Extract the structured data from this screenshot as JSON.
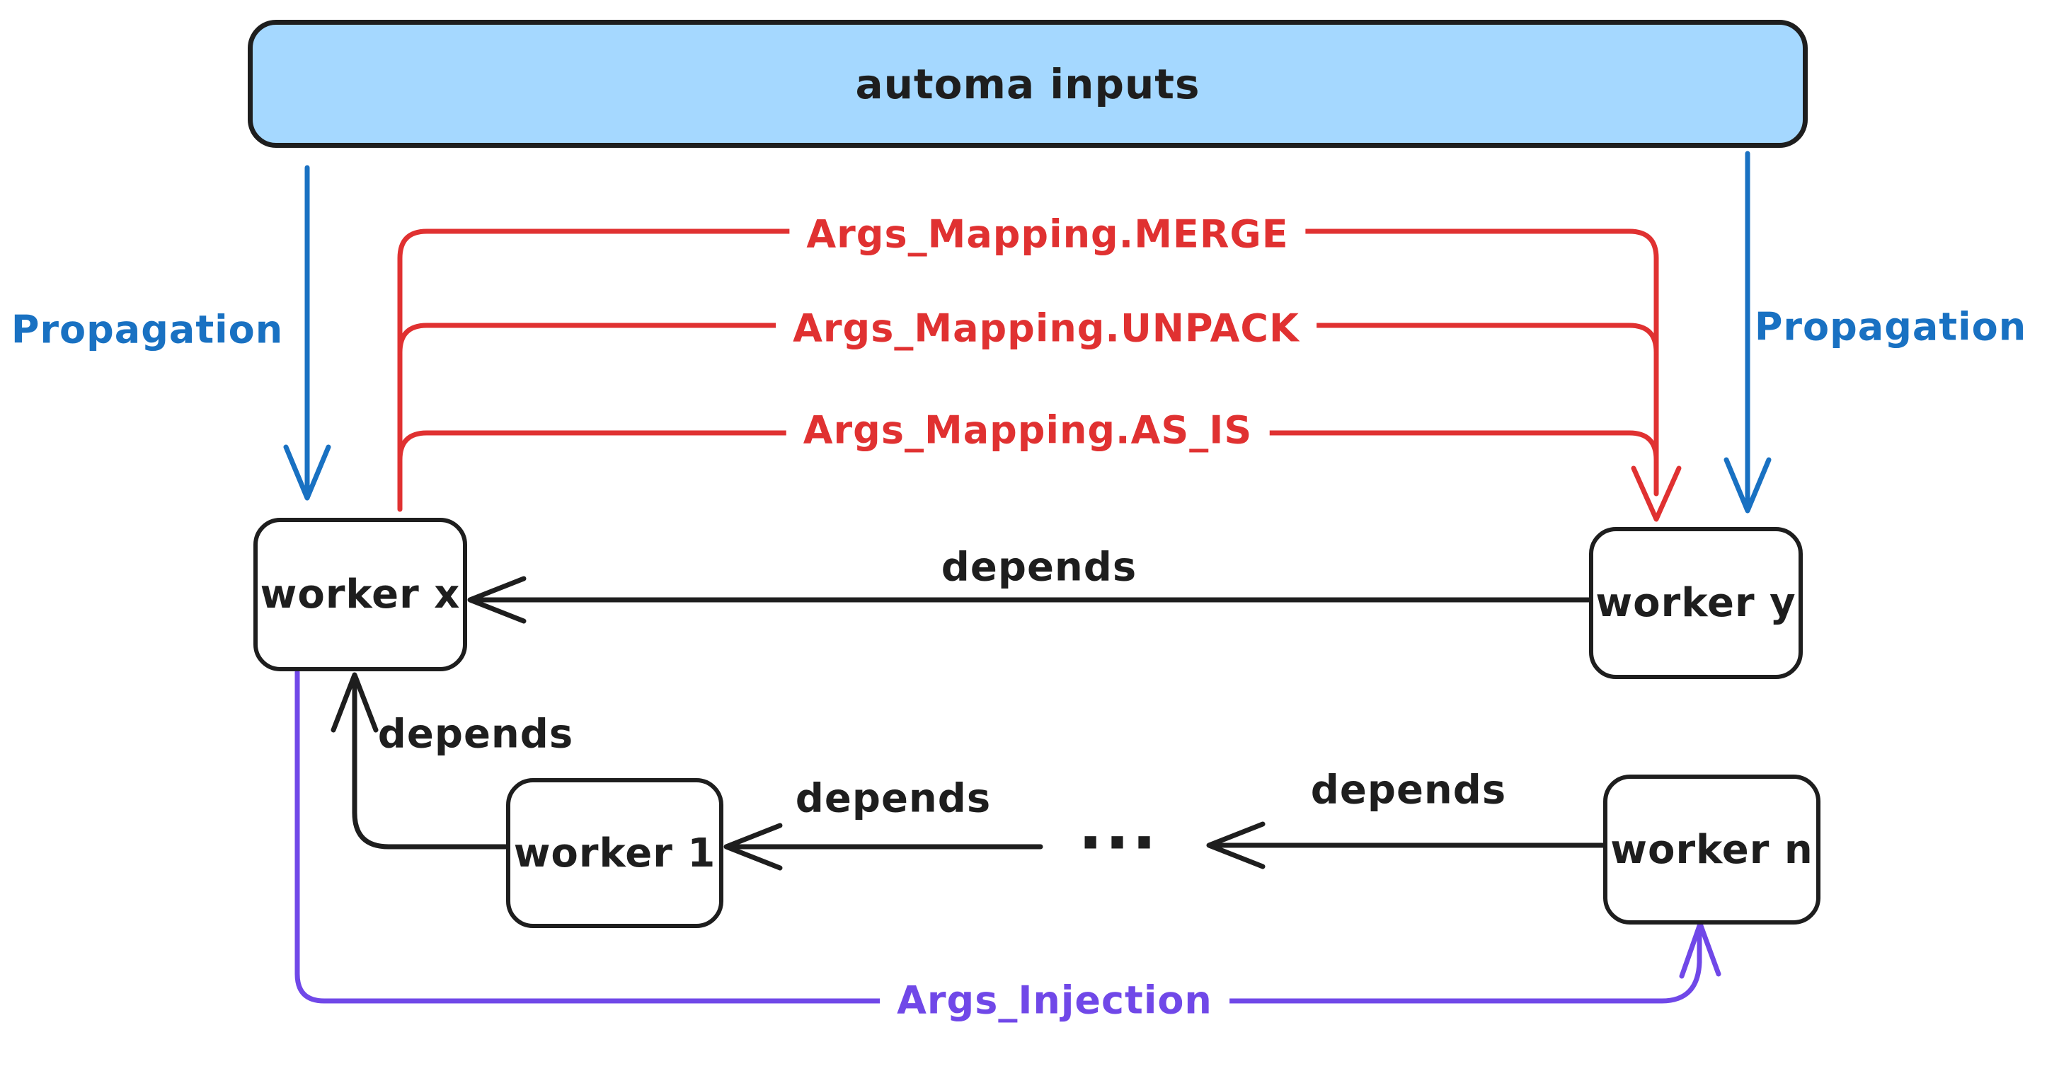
{
  "diagram": {
    "colors": {
      "ink": "#1e1e1e",
      "blue": "#1971c2",
      "red": "#e03131",
      "violet": "#7048e8",
      "box_fill": "#a5d8ff",
      "white": "#ffffff"
    },
    "inputs_box": {
      "label": "automa inputs"
    },
    "nodes": {
      "worker_x": {
        "label": "worker x"
      },
      "worker_y": {
        "label": "worker y"
      },
      "worker_1": {
        "label": "worker 1"
      },
      "worker_n": {
        "label": "worker n"
      },
      "ellipsis": {
        "label": "..."
      }
    },
    "edge_labels": {
      "propagation_left": "Propagation",
      "propagation_right": "Propagation",
      "args_mapping_merge": "Args_Mapping.MERGE",
      "args_mapping_unpack": "Args_Mapping.UNPACK",
      "args_mapping_as_is": "Args_Mapping.AS_IS",
      "depends_worker_y_to_worker_x": "depends",
      "depends_worker_1_to_worker_x": "depends",
      "depends_ellipsis_to_worker_1": "depends",
      "depends_worker_n_to_ellipsis": "depends",
      "args_injection": "Args_Injection"
    }
  }
}
